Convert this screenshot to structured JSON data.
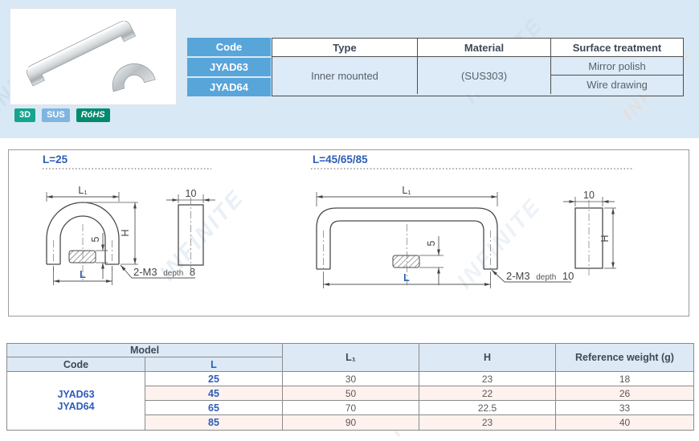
{
  "badges": [
    {
      "label": "3D",
      "bg": "#16a48e"
    },
    {
      "label": "SUS",
      "bg": "#7fb5e0"
    },
    {
      "label": "RóHS",
      "bg": "#008a6e"
    }
  ],
  "overview_table": {
    "headers": {
      "code": "Code",
      "type": "Type",
      "material": "Material",
      "surface": "Surface treatment"
    },
    "codes": [
      "JYAD63",
      "JYAD64"
    ],
    "type_value": "Inner mounted",
    "material_value": "(SUS303)",
    "surface_values": [
      "Mirror polish",
      "Wire drawing"
    ]
  },
  "drawings": {
    "left": {
      "title": "L=25",
      "dim_l1": "L₁",
      "dim_h": "H",
      "dim_5": "5",
      "dim_l": "L",
      "dim_10": "10",
      "note_main": "2-M3",
      "note_depth": "depth",
      "note_val": "8"
    },
    "right": {
      "title": "L=45/65/85",
      "dim_l1": "L₁",
      "dim_h": "H",
      "dim_5": "5",
      "dim_l": "L",
      "dim_10": "10",
      "note_main": "2-M3",
      "note_depth": "depth",
      "note_val": "10"
    }
  },
  "dim_table": {
    "model_header": "Model",
    "code_header": "Code",
    "l_header": "L",
    "l1_header": "L₁",
    "h_header": "H",
    "weight_header": "Reference weight (g)",
    "codes": [
      "JYAD63",
      "JYAD64"
    ],
    "rows": [
      {
        "L": "25",
        "L1": "30",
        "H": "23",
        "weight": "18"
      },
      {
        "L": "45",
        "L1": "50",
        "H": "22",
        "weight": "26"
      },
      {
        "L": "65",
        "L1": "70",
        "H": "22.5",
        "weight": "33"
      },
      {
        "L": "85",
        "L1": "90",
        "H": "23",
        "weight": "40"
      }
    ]
  },
  "watermark": {
    "brand": "INFINITE"
  }
}
